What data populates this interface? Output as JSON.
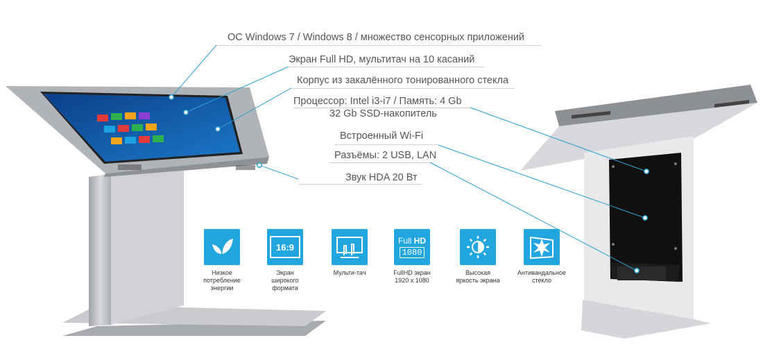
{
  "callouts": [
    {
      "text": "ОС Windows 7 / Windows 8 / множество сенсорных приложений"
    },
    {
      "text": "Экран Full HD, мультитач на 10 касаний"
    },
    {
      "text": "Корпус из закалённого тонированного стекла"
    },
    {
      "text": "Процессор: Intel i3-i7 / Память: 4 Gb"
    },
    {
      "text": "32 Gb SSD-накопитель"
    },
    {
      "text": "Встроенный Wi-Fi"
    },
    {
      "text": "Разъёмы: 2 USB, LAN"
    },
    {
      "text": "Звук HDA 20 Вт"
    }
  ],
  "features": [
    {
      "icon": "leaf-icon",
      "label": "Низкое\nпотребление\nэнергии"
    },
    {
      "icon": "aspect-16-9-icon",
      "label": "Экран\nширокого\nформата",
      "badge": "16:9"
    },
    {
      "icon": "multitouch-icon",
      "label": "Мульти-тач"
    },
    {
      "icon": "full-hd-icon",
      "label": "FullHD экран\n1920 x 1080",
      "badge_top_a": "Full",
      "badge_top_b": "HD",
      "badge_bottom": "1080"
    },
    {
      "icon": "brightness-icon",
      "label": "Высокая\nяркость экрана"
    },
    {
      "icon": "shatterproof-glass-icon",
      "label": "Антивандальное\nстекло"
    }
  ],
  "colors": {
    "accent": "#21a6e0",
    "leader": "#2b9fd0",
    "metal": "#b9bcc0",
    "panel": "#1a1a1a"
  }
}
